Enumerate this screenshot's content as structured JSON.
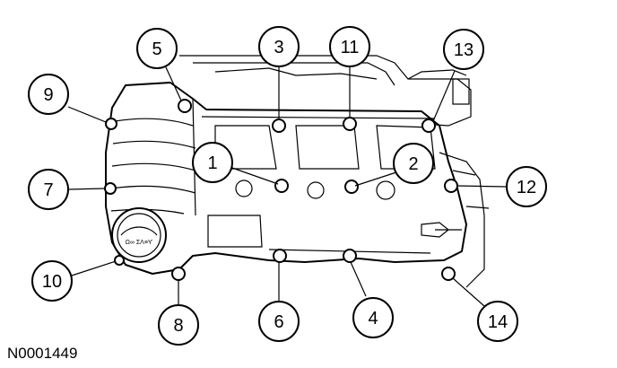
{
  "figure_id": "N0001449",
  "cap_label": "Ω∞ ΣΛ≡ϒ",
  "callouts": [
    {
      "id": "1",
      "label": "1"
    },
    {
      "id": "2",
      "label": "2"
    },
    {
      "id": "3",
      "label": "3"
    },
    {
      "id": "4",
      "label": "4"
    },
    {
      "id": "5",
      "label": "5"
    },
    {
      "id": "6",
      "label": "6"
    },
    {
      "id": "7",
      "label": "7"
    },
    {
      "id": "8",
      "label": "8"
    },
    {
      "id": "9",
      "label": "9"
    },
    {
      "id": "10",
      "label": "10"
    },
    {
      "id": "11",
      "label": "11"
    },
    {
      "id": "12",
      "label": "12"
    },
    {
      "id": "13",
      "label": "13"
    },
    {
      "id": "14",
      "label": "14"
    }
  ]
}
